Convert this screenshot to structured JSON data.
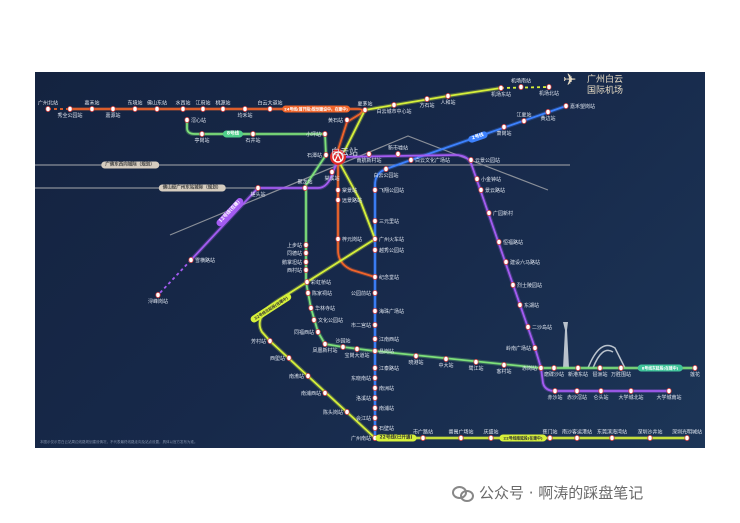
{
  "airport": {
    "name_line1": "广州白云",
    "name_line2": "国际机场"
  },
  "hub_station": "白云站",
  "footnote": "本图示仅示意白云站周边线路规划建设情况，不代表最终线路走向及站点设置，具体以官方发布为准。",
  "watermark": "公众号 · 啊涛的踩盘笔记",
  "planned_lines": [
    {
      "label": "广佛东西向城际（规划）"
    },
    {
      "label": "佛山经广州东站城际（规划）"
    }
  ],
  "lines": [
    {
      "id": "l24",
      "color": "#f0642a",
      "pill": "24号线(首开段)规划建设中，在建中)",
      "stations": [
        "广州北站",
        "秀全公园站",
        "嘉禾站",
        "嘉源站",
        "东境站",
        "佛山东站",
        "水西站",
        "江府站",
        "桃源站",
        "均禾站",
        "白云大道站",
        "夏茅站",
        "黄石站",
        "棠景站",
        "远景路站",
        "梓元岗站"
      ]
    },
    {
      "id": "l8",
      "color": "#7ee07a",
      "pill": "8号线",
      "pill2": "8号线东延段(在建中)",
      "stations": [
        "滘心站",
        "亭岗站",
        "石井站",
        "小坪站",
        "石潭站",
        "上步站",
        "同德站",
        "鹅掌坦站",
        "西村站",
        "彩虹桥站",
        "陈家祠站",
        "华林寺站",
        "文化公园站",
        "同福西站",
        "凤凰新村站",
        "沙园站",
        "宝岗大道站",
        "昌岗站",
        "晓港站",
        "中大站",
        "鹭江站",
        "客村站",
        "赤岗站",
        "磨碟沙站",
        "新港东站",
        "琶洲站",
        "万胜围站",
        "莲花"
      ]
    },
    {
      "id": "l2",
      "color": "#3d82ff",
      "pill": "2号线",
      "stations": [
        "嘉禾望岗站",
        "黄边站",
        "江夏站",
        "萧岗站",
        "白云文化广场站",
        "白云公园站",
        "飞翔公园站",
        "三元里站",
        "广州火车站",
        "越秀公园站",
        "纪念堂站",
        "公园前站",
        "海珠广场站",
        "市二宫站",
        "江南西站",
        "江泰路站",
        "东晓南站",
        "南洲站",
        "洛溪站",
        "南浦站",
        "会江站",
        "石壁站",
        "广州南站"
      ]
    },
    {
      "id": "l12e",
      "color": "#a45cf2",
      "stations": [
        "南航新村站",
        "新市墟站",
        "云景公园站",
        "小金钟站",
        "景云路站",
        "广园新村",
        "恒福路站",
        "建设六马路站",
        "烈士陵园站",
        "东湖站",
        "二沙岛站",
        "岭南广场站",
        "赤沙站",
        "赤沙滘站",
        "仑头站",
        "大学城北站",
        "大学城南站"
      ]
    },
    {
      "id": "l12w",
      "color": "#a45cf2",
      "pill": "12号线(在建)",
      "stations": [
        "棠溪站",
        "聚龙站",
        "槎头站",
        "雪横路站",
        "浔峰岗站"
      ]
    },
    {
      "id": "l22",
      "color": "#d6f03a",
      "pill": "22号线北延段(在建中)",
      "pill2": "22号线(已开通)",
      "pill3": "22号线南延段(在建中)",
      "stations": [
        "机场北站",
        "机场南站",
        "机场东站",
        "人和站",
        "方石站",
        "白云城市中心站",
        "芳村站",
        "西塱站",
        "南漖站",
        "南浦西站",
        "陈头岗站",
        "市广路站",
        "番禺广场站",
        "庆盛站",
        "蕉门站",
        "南沙客运港站",
        "东莞滨海湾站",
        "深圳沙井站",
        "深圳光明城站"
      ]
    }
  ]
}
